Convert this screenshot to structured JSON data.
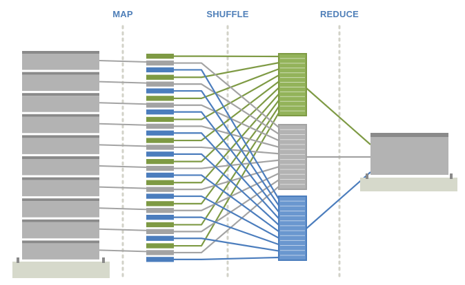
{
  "stages": [
    {
      "label": "MAP"
    },
    {
      "label": "SHUFFLE"
    },
    {
      "label": "REDUCE"
    }
  ],
  "input": {
    "split_count": 10
  },
  "map": {
    "output_groups": 10,
    "partitions": [
      "green",
      "gray",
      "blue"
    ]
  },
  "reduce": {
    "partitions": [
      "green",
      "gray",
      "blue"
    ],
    "stripes": 13
  },
  "colors": {
    "stage_label": "#4f7fb8",
    "green": "#7e9a44",
    "green_fill": "#93b35a",
    "gray": "#a3a3a3",
    "gray_dark": "#8a8a8a",
    "gray_fill": "#b3b3b3",
    "blue": "#4b7dbd",
    "blue_fill": "#6a97cf",
    "base": "#d6d9cb",
    "guide": "#d2d2c8"
  }
}
